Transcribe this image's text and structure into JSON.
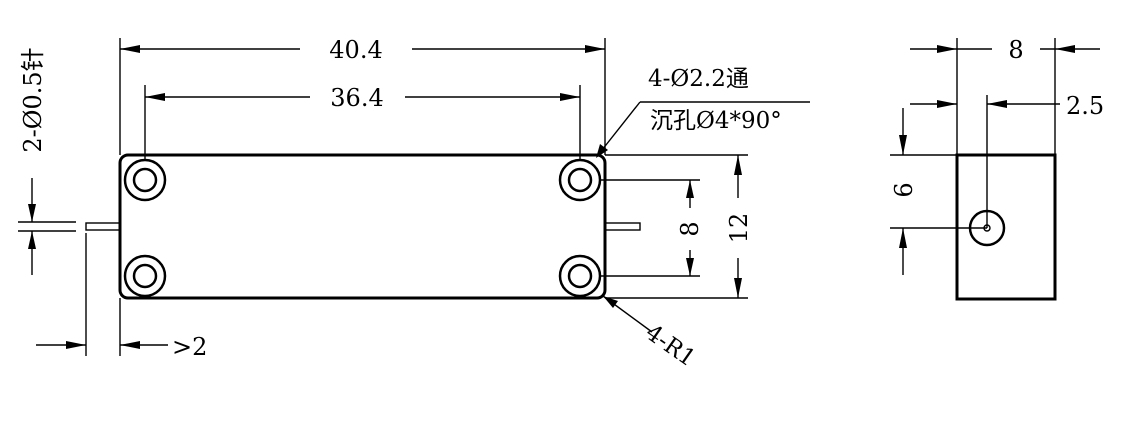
{
  "labels": {
    "overall_length": "40.4",
    "hole_spacing_x": "36.4",
    "mount_holes_line1": "4-Ø2.2通",
    "mount_holes_line2": "沉孔Ø4*90°",
    "pin_diameter": "2-Ø0.5针",
    "pin_length": ">2",
    "corner_radius": "4-R1",
    "hole_spacing_y": "8",
    "body_height": "12",
    "side_width": "8",
    "side_offset": "2.5",
    "side_pin_height": "6"
  }
}
